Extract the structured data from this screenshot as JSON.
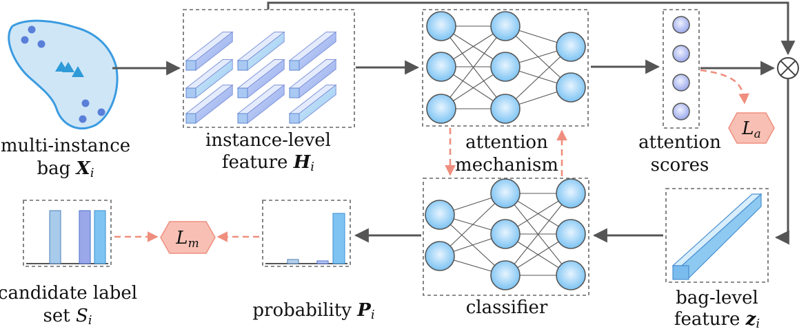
{
  "labels": {
    "bag_line1": "multi-instance",
    "bag_line2": "bag",
    "bag_sym": "X",
    "bag_sub": "i",
    "feat_line1": "instance-level",
    "feat_line2": "feature",
    "feat_sym": "H",
    "feat_sub": "i",
    "att_line1": "attention",
    "att_line2": "mechanism",
    "scores_line1": "attention",
    "scores_line2": "scores",
    "bagfeat_line1": "bag-level",
    "bagfeat_line2": "feature",
    "bagfeat_sym": "z",
    "bagfeat_sub": "i",
    "classifier": "classifier",
    "prob_text": "probability",
    "prob_sym": "P",
    "prob_sub": "i",
    "cand_line1": "candidate label",
    "cand_line2": "set",
    "cand_sym": "S",
    "cand_sub": "i"
  },
  "losses": {
    "attention_loss_sym": "L",
    "attention_loss_sub": "a",
    "main_loss_sym": "L",
    "main_loss_sub": "m"
  },
  "colors": {
    "arrow": "#555555",
    "dashed_arrow": "#ef8e7e",
    "box_border": "#666666",
    "node_fill": "#9fd3f7",
    "node_stroke": "#555555",
    "bag_fill": "#cfe6f7",
    "bag_stroke": "#3a9be0",
    "loss_fill": "#f8c0b4",
    "loss_stroke": "#ef8e7e",
    "score_fill": "#b8c6f2"
  }
}
